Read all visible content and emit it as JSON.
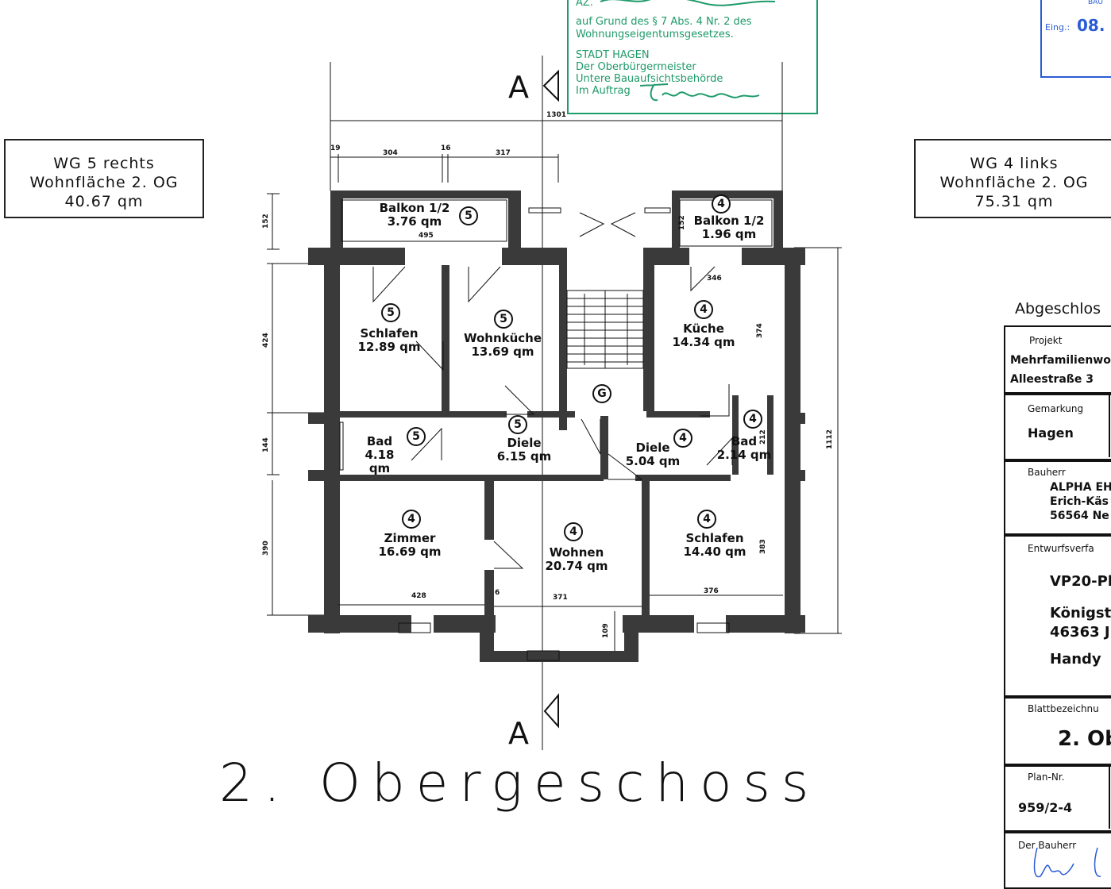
{
  "stamp": {
    "az": "AZ.",
    "line1": "auf Grund des § 7 Abs. 4 Nr. 2 des",
    "line2": "Wohnungseigentumsgesetzes.",
    "org": "STADT HAGEN",
    "role1": "Der Oberbürgermeister",
    "role2": "Untere Bauaufsichtsbehörde",
    "role3": "Im Auftrag"
  },
  "blue_stamp": {
    "eing": "Eing.:",
    "date": "08.",
    "top": "BAU"
  },
  "wg_left": {
    "line1": "WG 5 rechts",
    "line2": "Wohnfläche 2. OG",
    "line3": "40.67 qm"
  },
  "wg_right": {
    "line1": "WG 4 links",
    "line2": "Wohnfläche 2. OG",
    "line3": "75.31 qm"
  },
  "section_mark": "A",
  "floor_title": "2. Obergeschoss",
  "rooms": {
    "balkon5": {
      "name": "Balkon 1/2",
      "area": "3.76 qm",
      "unit": "5"
    },
    "balkon4": {
      "name": "Balkon 1/2",
      "area": "1.96 qm",
      "unit": "4"
    },
    "schlafen5": {
      "name": "Schlafen",
      "area": "12.89 qm",
      "unit": "5"
    },
    "wohnkueche5": {
      "name": "Wohnküche",
      "area": "13.69 qm",
      "unit": "5"
    },
    "kueche4": {
      "name": "Küche",
      "area": "14.34 qm",
      "unit": "4"
    },
    "bad5": {
      "name": "Bad",
      "area": "4.18 qm",
      "unit": "5"
    },
    "diele5": {
      "name": "Diele",
      "area": "6.15 qm",
      "unit": "5"
    },
    "diele4": {
      "name": "Diele",
      "area": "5.04 qm",
      "unit": "4"
    },
    "bad4": {
      "name": "Bad",
      "area": "2.14 qm",
      "unit": "4"
    },
    "zimmer4": {
      "name": "Zimmer",
      "area": "16.69 qm",
      "unit": "4"
    },
    "wohnen4": {
      "name": "Wohnen",
      "area": "20.74 qm",
      "unit": "4"
    },
    "schlafen4": {
      "name": "Schlafen",
      "area": "14.40 qm",
      "unit": "4"
    },
    "stair": {
      "unit": "G"
    }
  },
  "dims": {
    "total": "1301",
    "d19": "19",
    "d304": "304",
    "d16": "16",
    "d317": "317",
    "d495": "495",
    "d346": "346",
    "d152": "152",
    "d424": "424",
    "d144": "144",
    "d390": "390",
    "d1112": "1112",
    "d374": "374",
    "d212": "212",
    "d383": "383",
    "d428": "428",
    "d6": "6",
    "d371": "371",
    "d376": "376",
    "d109": "109",
    "d152b": "152"
  },
  "title_block": {
    "heading": "Abgeschlos",
    "projekt_label": "Projekt",
    "projekt_1": "Mehrfamilienwo",
    "projekt_2": "Alleestraße 3",
    "gemarkung_label": "Gemarkung",
    "gemarkung": "Hagen",
    "bauherr_label": "Bauherr",
    "bauherr_1": "ALPHA EH",
    "bauherr_2": "Erich-Käs",
    "bauherr_3": "56564 Ne",
    "entwurf_label": "Entwurfsverfa",
    "entwurf_1": "VP20-Pl",
    "entwurf_2": "Königstr",
    "entwurf_3": "46363 J",
    "entwurf_4": "Handy",
    "blatt_label": "Blattbezeichnu",
    "blatt": "2. Ob",
    "plan_label": "Plan-Nr.",
    "plan": "959/2-4",
    "sign_label": "Der Bauherr"
  }
}
